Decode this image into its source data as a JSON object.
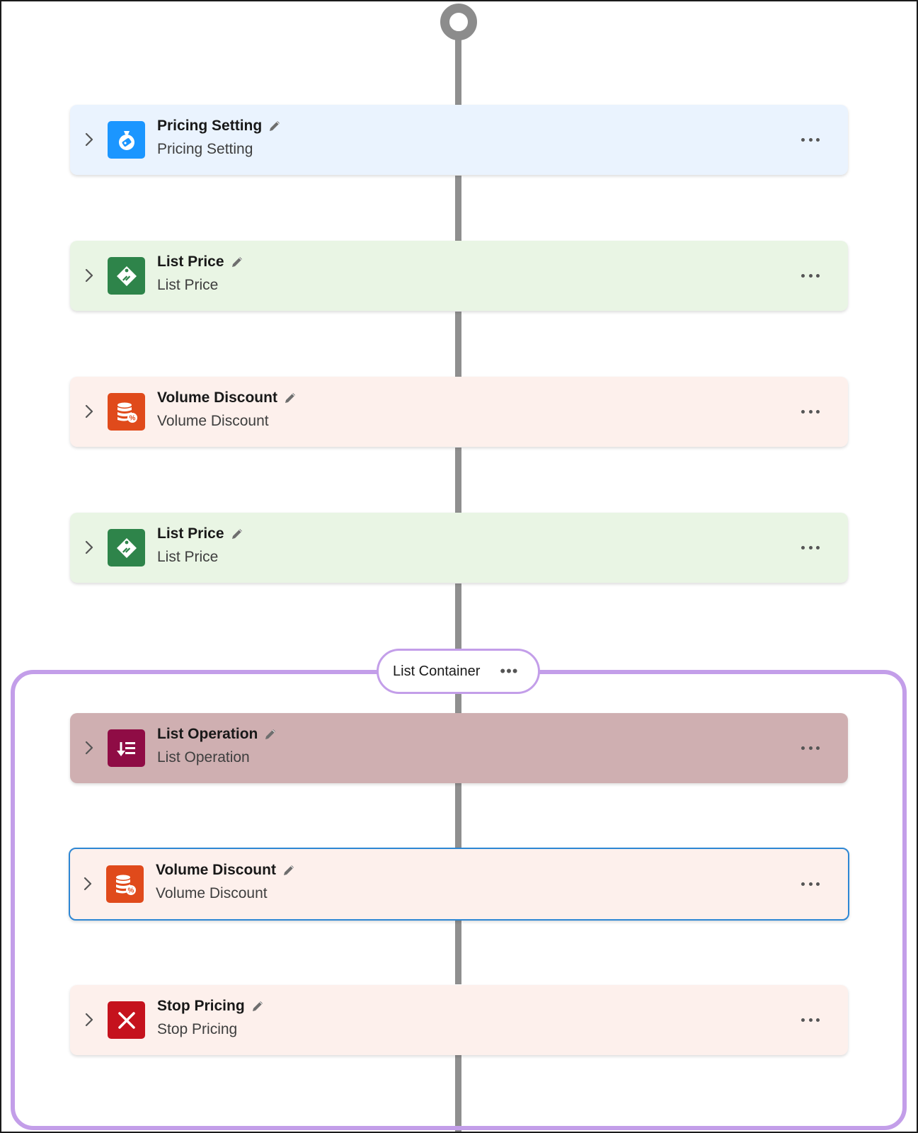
{
  "colors": {
    "connector": "#8f8f8f",
    "container_border": "#c39ee9",
    "selected_border": "#2e87d4"
  },
  "list_container": {
    "label": "List Container",
    "more_icon": "ellipsis-icon"
  },
  "steps": [
    {
      "title": "Pricing Setting",
      "subtitle": "Pricing Setting",
      "icon": "pricing-setting-icon",
      "icon_color": "#1b96ff",
      "card_color": "#eaf3fe",
      "selected": false
    },
    {
      "title": "List Price",
      "subtitle": "List Price",
      "icon": "price-tag-icon",
      "icon_color": "#2e844a",
      "card_color": "#e9f5e4",
      "selected": false
    },
    {
      "title": "Volume Discount",
      "subtitle": "Volume Discount",
      "icon": "volume-discount-icon",
      "icon_color": "#e04a1b",
      "card_color": "#fdf0ec",
      "selected": false
    },
    {
      "title": "List Price",
      "subtitle": "List Price",
      "icon": "price-tag-icon",
      "icon_color": "#2e844a",
      "card_color": "#e9f5e4",
      "selected": false
    },
    {
      "title": "List Operation",
      "subtitle": "List Operation",
      "icon": "list-operation-icon",
      "icon_color": "#8f0c45",
      "card_color": "#cfafb1",
      "selected": false
    },
    {
      "title": "Volume Discount",
      "subtitle": "Volume Discount",
      "icon": "volume-discount-icon",
      "icon_color": "#e04a1b",
      "card_color": "#fdf0ec",
      "selected": true
    },
    {
      "title": "Stop Pricing",
      "subtitle": "Stop Pricing",
      "icon": "stop-icon",
      "icon_color": "#c5121d",
      "card_color": "#fdf0ec",
      "selected": false
    }
  ]
}
